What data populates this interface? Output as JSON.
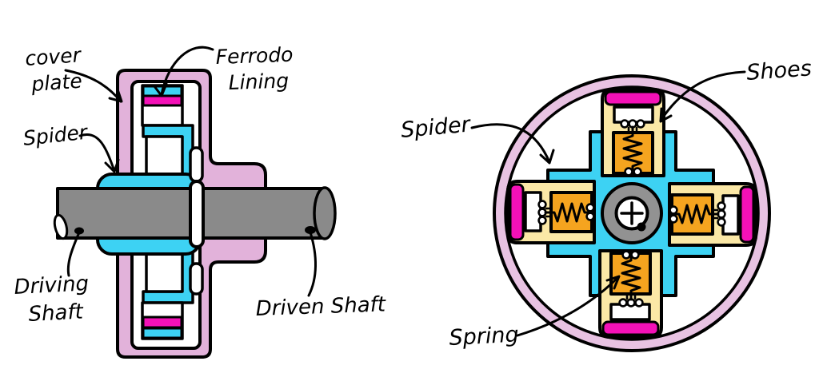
{
  "title": "Centrifugal clutch hand-drawn diagram",
  "colors": {
    "cover_pink": "#E2B2DA",
    "rim_pink": "#E8C2E2",
    "spider_cyan": "#3DD2F3",
    "lining_magenta": "#F411B7",
    "shoe_cream": "#FBE8A6",
    "spring_orange": "#F5A41F",
    "shaft_gray": "#8A8A8A",
    "hub_gray": "#929292",
    "ink": "#000000",
    "paper": "#FFFFFF"
  },
  "side_view": {
    "labels": {
      "cover_plate_line1": "cover",
      "cover_plate_line2": "plate",
      "ferrodo_line1": "Ferrodo",
      "ferrodo_line2": "Lining",
      "spider": "Spider",
      "driving_line1": "Driving",
      "driving_line2": "Shaft",
      "driven_shaft": "Driven Shaft"
    }
  },
  "front_view": {
    "labels": {
      "spider": "Spider",
      "shoes": "Shoes",
      "spring": "Spring"
    }
  }
}
